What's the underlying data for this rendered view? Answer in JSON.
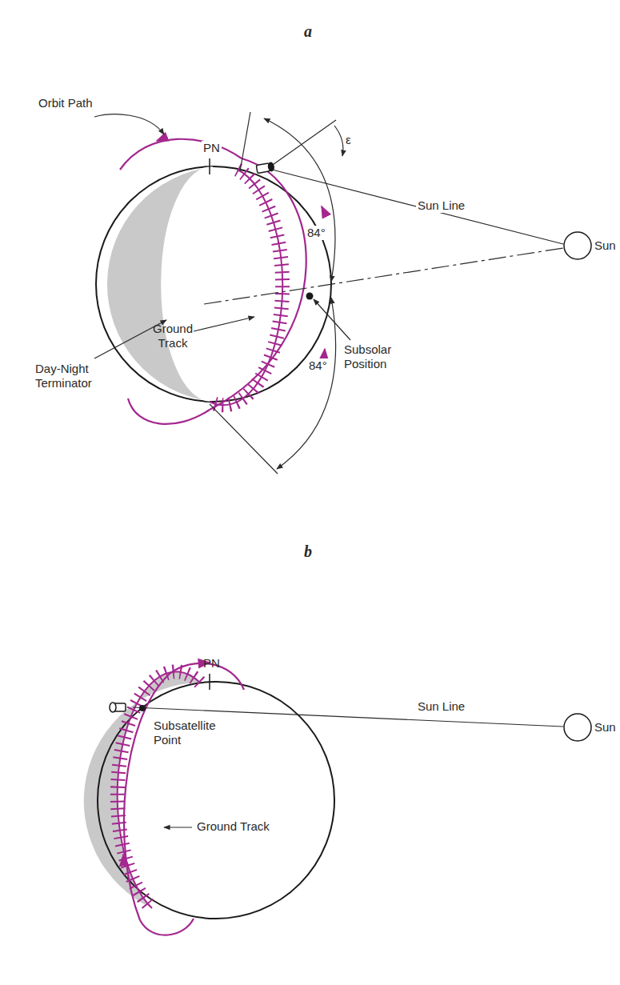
{
  "diagram": {
    "labels": [
      "a",
      "Orbit Path",
      "PN",
      "ε",
      "84°",
      "Sun Line",
      "Sun",
      "Ground Track",
      "Subsolar Position",
      "Day-Night Terminator",
      "84°",
      "b",
      "PN",
      "Sun Line",
      "Sun",
      "Subsatellite Point",
      "Ground Track"
    ]
  }
}
